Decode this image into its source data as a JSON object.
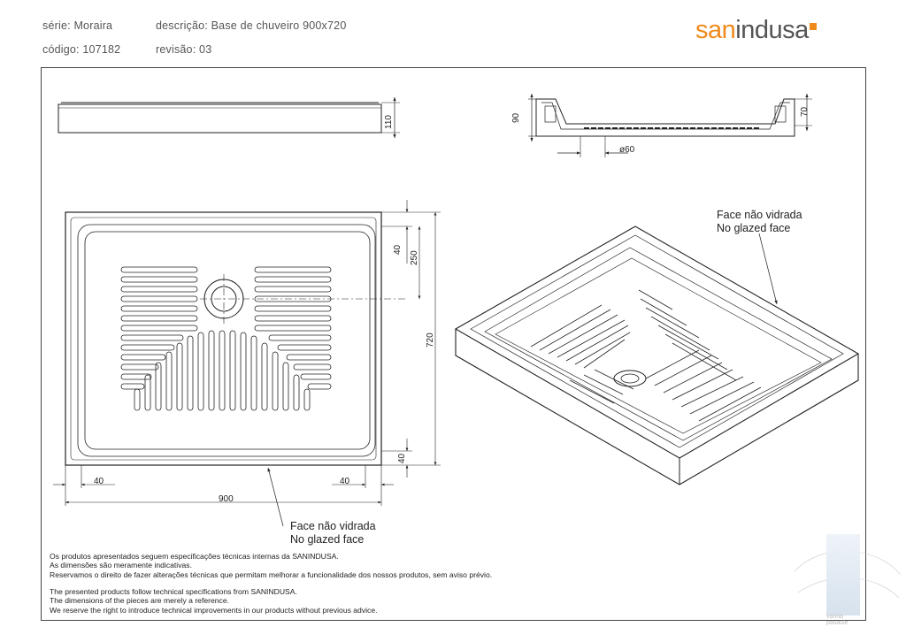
{
  "header": {
    "serie": "série: Moraira",
    "descricao": "descrição: Base de chuveiro 900x720",
    "codigo": "código: 107182",
    "revisao": "revisão: 03"
  },
  "logo": {
    "part1": "san",
    "part2": "indusa"
  },
  "dimensions": {
    "d110": "110",
    "d90": "90",
    "d70": "70",
    "d60": "ø60",
    "d40top": "40",
    "d250": "250",
    "d720": "720",
    "d40bottom": "40",
    "d40left": "40",
    "d40right": "40",
    "d900": "900"
  },
  "labels": {
    "top_pt": "Face não vidrada",
    "top_en": "No glazed face",
    "bottom_pt": "Face não vidrada",
    "bottom_en": "No glazed face"
  },
  "notes": {
    "pt1": "Os produtos apresentados seguem especificações técnicas internas da SANINDUSA.",
    "pt2": "As dimensões são meramente indicativas.",
    "pt3": "Reservamos o direito de fazer alterações técnicas que permitam melhorar a funcionalidade dos nossos produtos, sem aviso prévio.",
    "en1": "The presented products follow technical specifications from SANINDUSA.",
    "en2": "The dimensions of the pieces are merely a reference.",
    "en3": "We reserve the right to introduce technical improvements in our products without previous advice."
  },
  "watermark": {
    "line1": "vanna",
    "line2": "pasaule"
  }
}
